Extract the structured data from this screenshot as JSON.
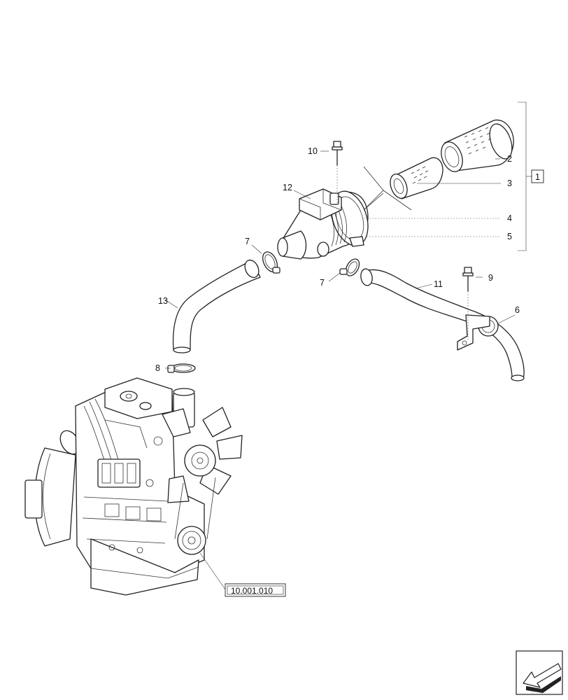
{
  "callouts": {
    "c1": "1",
    "c2": "2",
    "c3": "3",
    "c4": "4",
    "c5": "5",
    "c6": "6",
    "c7a": "7",
    "c7b": "7",
    "c8": "8",
    "c9": "9",
    "c10": "10",
    "c11": "11",
    "c12": "12",
    "c13": "13"
  },
  "reference_label": "10.001.010",
  "icons": {
    "navigation": "arrow-back-icon"
  }
}
